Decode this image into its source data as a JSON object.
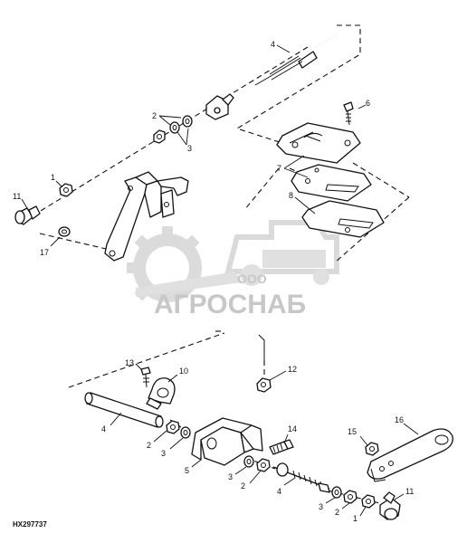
{
  "figure_id": "HX297737",
  "watermark": {
    "line1": "ООО",
    "line2": "АГРОСНАБ"
  },
  "callouts": {
    "c1_upper": "1",
    "c2_upper": "2",
    "c3_upper": "3",
    "c4_upper": "4",
    "c6": "6",
    "c7": "7",
    "c8": "8",
    "c11_upper": "11",
    "c17": "17",
    "c13": "13",
    "c10": "10",
    "c12": "12",
    "c4_lower_tube": "4",
    "c2_lower_left": "2",
    "c3_lower_left": "3",
    "c5": "5",
    "c14": "14",
    "c15": "15",
    "c16": "16",
    "c3_lower_mid": "3",
    "c2_lower_mid": "2",
    "c4_lower_rod": "4",
    "c3_lower_right": "3",
    "c2_lower_right": "2",
    "c1_lower": "1",
    "c11_lower": "11"
  }
}
